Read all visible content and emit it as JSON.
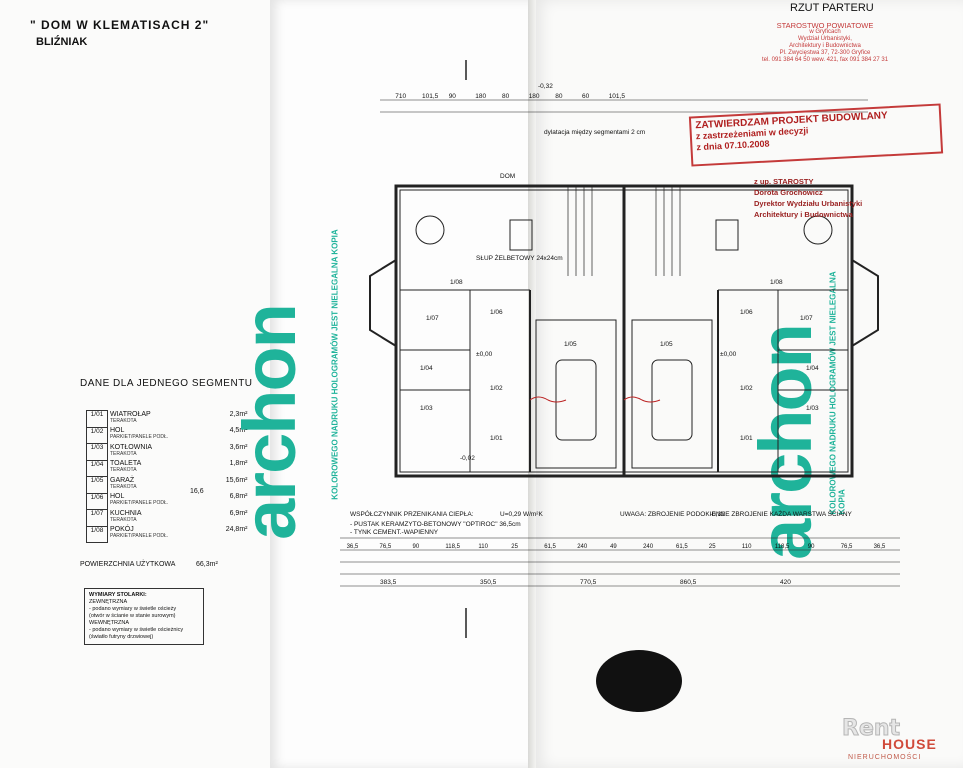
{
  "header": {
    "title": "\" DOM W KLEMATISACH 2\"",
    "subtitle": "BLIŹNIAK",
    "plan_name": "RZUT PARTERU"
  },
  "segment": {
    "heading": "DANE DLA JEDNEGO SEGMENTU",
    "rooms": [
      {
        "num": "1/01",
        "name": "WIATROŁAP",
        "finish": "TERAKOTA",
        "area": "2,3m²"
      },
      {
        "num": "1/02",
        "name": "HOL",
        "finish": "PARKIET/PANELE PODŁ.",
        "area": "4,5m²"
      },
      {
        "num": "1/03",
        "name": "KOTŁOWNIA",
        "finish": "TERAKOTA",
        "area": "3,6m²"
      },
      {
        "num": "1/04",
        "name": "TOALETA",
        "finish": "TERAKOTA",
        "area": "1,8m²"
      },
      {
        "num": "1/05",
        "name": "GARAŻ",
        "finish": "TERAKOTA",
        "area": "15,6m²"
      },
      {
        "num": "1/06",
        "name": "HOL",
        "finish": "PARKIET/PANELE PODŁ.",
        "area": "6,8m²"
      },
      {
        "num": "1/07",
        "name": "KUCHNIA",
        "finish": "TERAKOTA",
        "area": "6,9m²"
      },
      {
        "num": "1/08",
        "name": "POKÓJ",
        "finish": "PARKIET/PANELE PODŁ.",
        "area": "24,8m²"
      }
    ],
    "extra_value": "16,6",
    "usable_label": "POWIERZCHNIA UŻYTKOWA",
    "usable_value": "66,3m²"
  },
  "notes": {
    "title": "WYMIARY STOLARKI:",
    "lines": [
      "ZEWNĘTRZNA",
      "- podano wymiary w świetle ościeży",
      "(otwór w ścianie w stanie surowym)",
      "WEWNĘTRZNA",
      "- podano wymiary w świetle ościeżnicy",
      "(światło futryny drzwiowej)"
    ]
  },
  "watermark": {
    "brand": "archon",
    "text": "KOLOROWEGO NADRUKU HOLOGRAMÓW JEST NIELEGALNA KOPIA"
  },
  "stamps": {
    "starostwo": [
      "STAROSTWO POWIATOWE",
      "w Gryficach",
      "Wydział Urbanistyki,",
      "Architektury i Budownictwa",
      "Pl. Zwycięstwa 37, 72-300 Gryfice",
      "tel. 091 384 64 50 wew. 421, fax 091 384 27 31"
    ],
    "approval": [
      "ZATWIERDZAM PROJEKT BUDOWLANY",
      "z zastrzeżeniami w decyzji",
      "z dnia 07.10.2008"
    ],
    "signature": [
      "z up. STAROSTY",
      "Dorota Grochowicz",
      "Dyrektor Wydziału Urbanistyki",
      "Architektury i Budownictwa"
    ]
  },
  "plan": {
    "labels": {
      "dom": "DOM",
      "dylatacja": "dylatacja między segmentami 2 cm",
      "slup": "SŁUP ŻELBETOWY 24x24cm",
      "pustak": "- PUSTAK KERAMZYTO-BETONOWY \"OPTIROC\" 36,5cm",
      "tynk": "- TYNK CEMENT.-WAPIENNY",
      "wspolczynnik": "WSPÓŁCZYNNIK PRZENIKANIA CIEPŁA:",
      "u_value": "U=0,29 W/m²K",
      "uwaga": "UWAGA: ZBROJENIE PODOKIENNE ZBROJENIE KAŻDA WARSTWA ŚCIANY"
    },
    "dims_top": [
      "710",
      "101,5",
      "90",
      "180",
      "80",
      "180",
      "80",
      "60",
      "101,5"
    ],
    "dims_bottom": [
      "36,5",
      "76,5",
      "90",
      "118,5",
      "110",
      "25",
      "61,5",
      "240",
      "49",
      "240",
      "61,5",
      "25",
      "110",
      "118,5",
      "90",
      "76,5",
      "36,5"
    ],
    "dims_total": [
      "383,5",
      "350,5",
      "770,5",
      "860,5",
      "420"
    ],
    "levels": [
      "-0,32",
      "±0,00",
      "-0,02"
    ],
    "room_tags": [
      "1/08",
      "1/07",
      "1/06",
      "1/05",
      "1/04",
      "1/03",
      "1/02",
      "1/01"
    ]
  },
  "logo": {
    "rent": "Rent",
    "house": "HOUSE",
    "tagline": "NIERUCHOMOŚCI"
  }
}
